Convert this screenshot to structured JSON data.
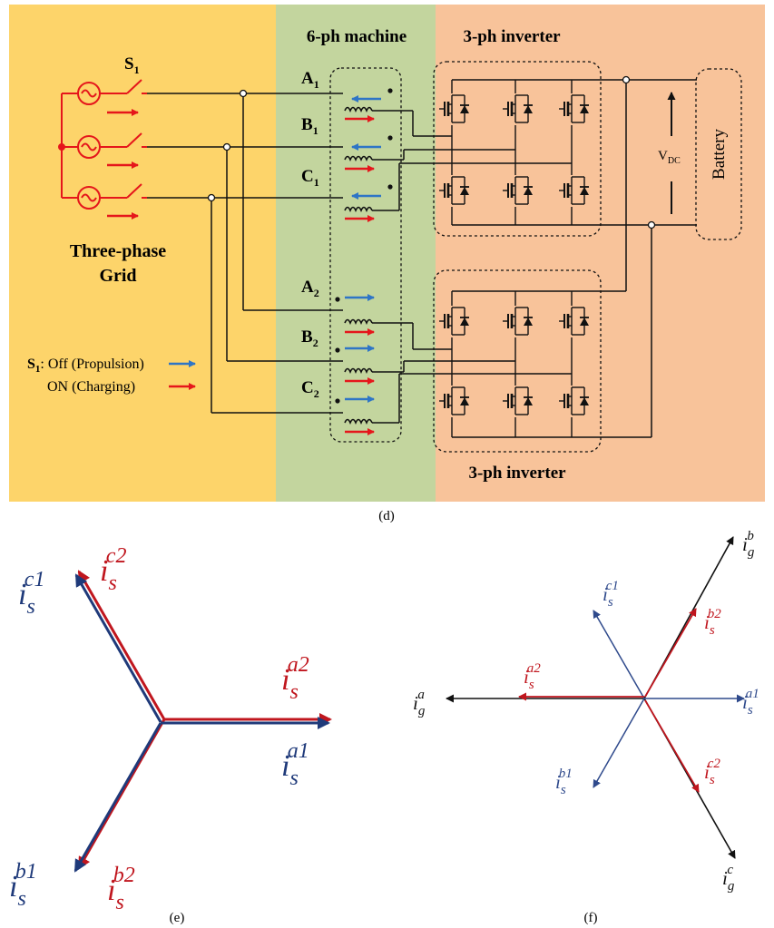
{
  "figure_d": {
    "caption": "(d)",
    "titles": {
      "machine": "6-ph machine",
      "inverter_top": "3-ph inverter",
      "inverter_bottom": "3-ph inverter"
    },
    "switch_label": {
      "main": "S",
      "sub": "1"
    },
    "grid_label_line1": "Three-phase",
    "grid_label_line2": "Grid",
    "phases_set1": [
      {
        "main": "A",
        "sub": "1"
      },
      {
        "main": "B",
        "sub": "1"
      },
      {
        "main": "C",
        "sub": "1"
      }
    ],
    "phases_set2": [
      {
        "main": "A",
        "sub": "2"
      },
      {
        "main": "B",
        "sub": "2"
      },
      {
        "main": "C",
        "sub": "2"
      }
    ],
    "vdc": {
      "main": "V",
      "sub": "DC"
    },
    "battery": "Battery",
    "legend": {
      "s_main": "S",
      "s_sub": "1",
      "off_text": ": Off (Propulsion)",
      "on_text": "ON (Charging)"
    },
    "colors": {
      "grid_bg": "#fdd46a",
      "machine_bg": "#c3d59e",
      "inverter_bg": "#f8c39a",
      "blue_arrow": "#2e75c6",
      "red": "#e5161b"
    }
  },
  "figure_e": {
    "caption": "(e)",
    "labels": {
      "c1": {
        "base": "i",
        "sub": "s",
        "sup": "c1"
      },
      "c2": {
        "base": "i",
        "sub": "s",
        "sup": "c2"
      },
      "a2": {
        "base": "i",
        "sub": "s",
        "sup": "a2"
      },
      "a1": {
        "base": "i",
        "sub": "s",
        "sup": "a1"
      },
      "b1": {
        "base": "i",
        "sub": "s",
        "sup": "b1"
      },
      "b2": {
        "base": "i",
        "sub": "s",
        "sup": "b2"
      }
    },
    "colors": {
      "blue": "#1f3a7a",
      "red": "#c0161e"
    }
  },
  "figure_f": {
    "caption": "(f)",
    "labels": {
      "gb": {
        "base": "i",
        "sub": "g",
        "sup": "b"
      },
      "ga": {
        "base": "i",
        "sub": "g",
        "sup": "a"
      },
      "gc": {
        "base": "i",
        "sub": "g",
        "sup": "c"
      },
      "sc1": {
        "base": "i",
        "sub": "s",
        "sup": "c1"
      },
      "sb2": {
        "base": "i",
        "sub": "s",
        "sup": "b2"
      },
      "sa2": {
        "base": "i",
        "sub": "s",
        "sup": "a2"
      },
      "sa1": {
        "base": "i",
        "sub": "s",
        "sup": "a1"
      },
      "sb1": {
        "base": "i",
        "sub": "s",
        "sup": "b1"
      },
      "sc2": {
        "base": "i",
        "sub": "s",
        "sup": "c2"
      }
    },
    "colors": {
      "black": "#111111",
      "blue": "#2f4a8c",
      "red": "#c0161e"
    }
  }
}
